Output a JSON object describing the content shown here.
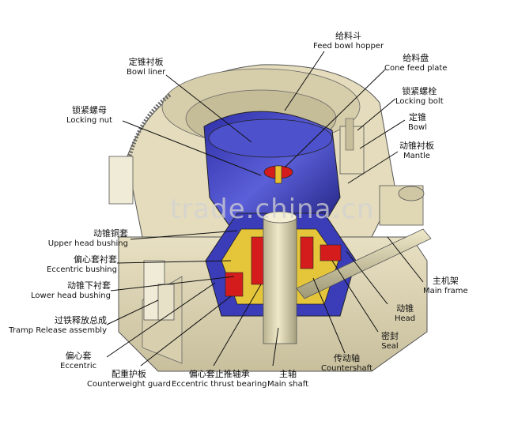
{
  "diagram": {
    "watermark": "trade.china.cn",
    "labels": {
      "feed_bowl_hopper": {
        "cn": "给料斗",
        "en": "Feed bowl hopper"
      },
      "cone_feed_plate": {
        "cn": "给料盘",
        "en": "Cone feed plate"
      },
      "bowl_liner": {
        "cn": "定锥衬板",
        "en": "Bowl liner"
      },
      "locking_bolt": {
        "cn": "锁紧螺栓",
        "en": "Locking bolt"
      },
      "locking_nut": {
        "cn": "锁紧螺母",
        "en": "Locking nut"
      },
      "bowl": {
        "cn": "定锥",
        "en": "Bowl"
      },
      "mantle": {
        "cn": "动锥衬板",
        "en": "Mantle"
      },
      "upper_head_bushing": {
        "cn": "动锥铜套",
        "en": "Upper head bushing"
      },
      "eccentric_bushing": {
        "cn": "偏心套衬套",
        "en": "Eccentric bushing"
      },
      "lower_head_bushing": {
        "cn": "动锥下衬套",
        "en": "Lower head bushing"
      },
      "tramp_release": {
        "cn": "过铁释放总成",
        "en": "Tramp Release assembly"
      },
      "eccentric": {
        "cn": "偏心套",
        "en": "Eccentric"
      },
      "counterweight_guard": {
        "cn": "配重护板",
        "en": "Counterweight guard"
      },
      "eccentric_thrust": {
        "cn": "偏心套止推轴承",
        "en": "Eccentric thrust bearing"
      },
      "main_shaft": {
        "cn": "主轴",
        "en": "Main shaft"
      },
      "countershaft": {
        "cn": "传动轴",
        "en": "Countershaft"
      },
      "seal": {
        "cn": "密封",
        "en": "Seal"
      },
      "head": {
        "cn": "动锥",
        "en": "Head"
      },
      "main_frame": {
        "cn": "主机架",
        "en": "Main frame"
      }
    }
  }
}
